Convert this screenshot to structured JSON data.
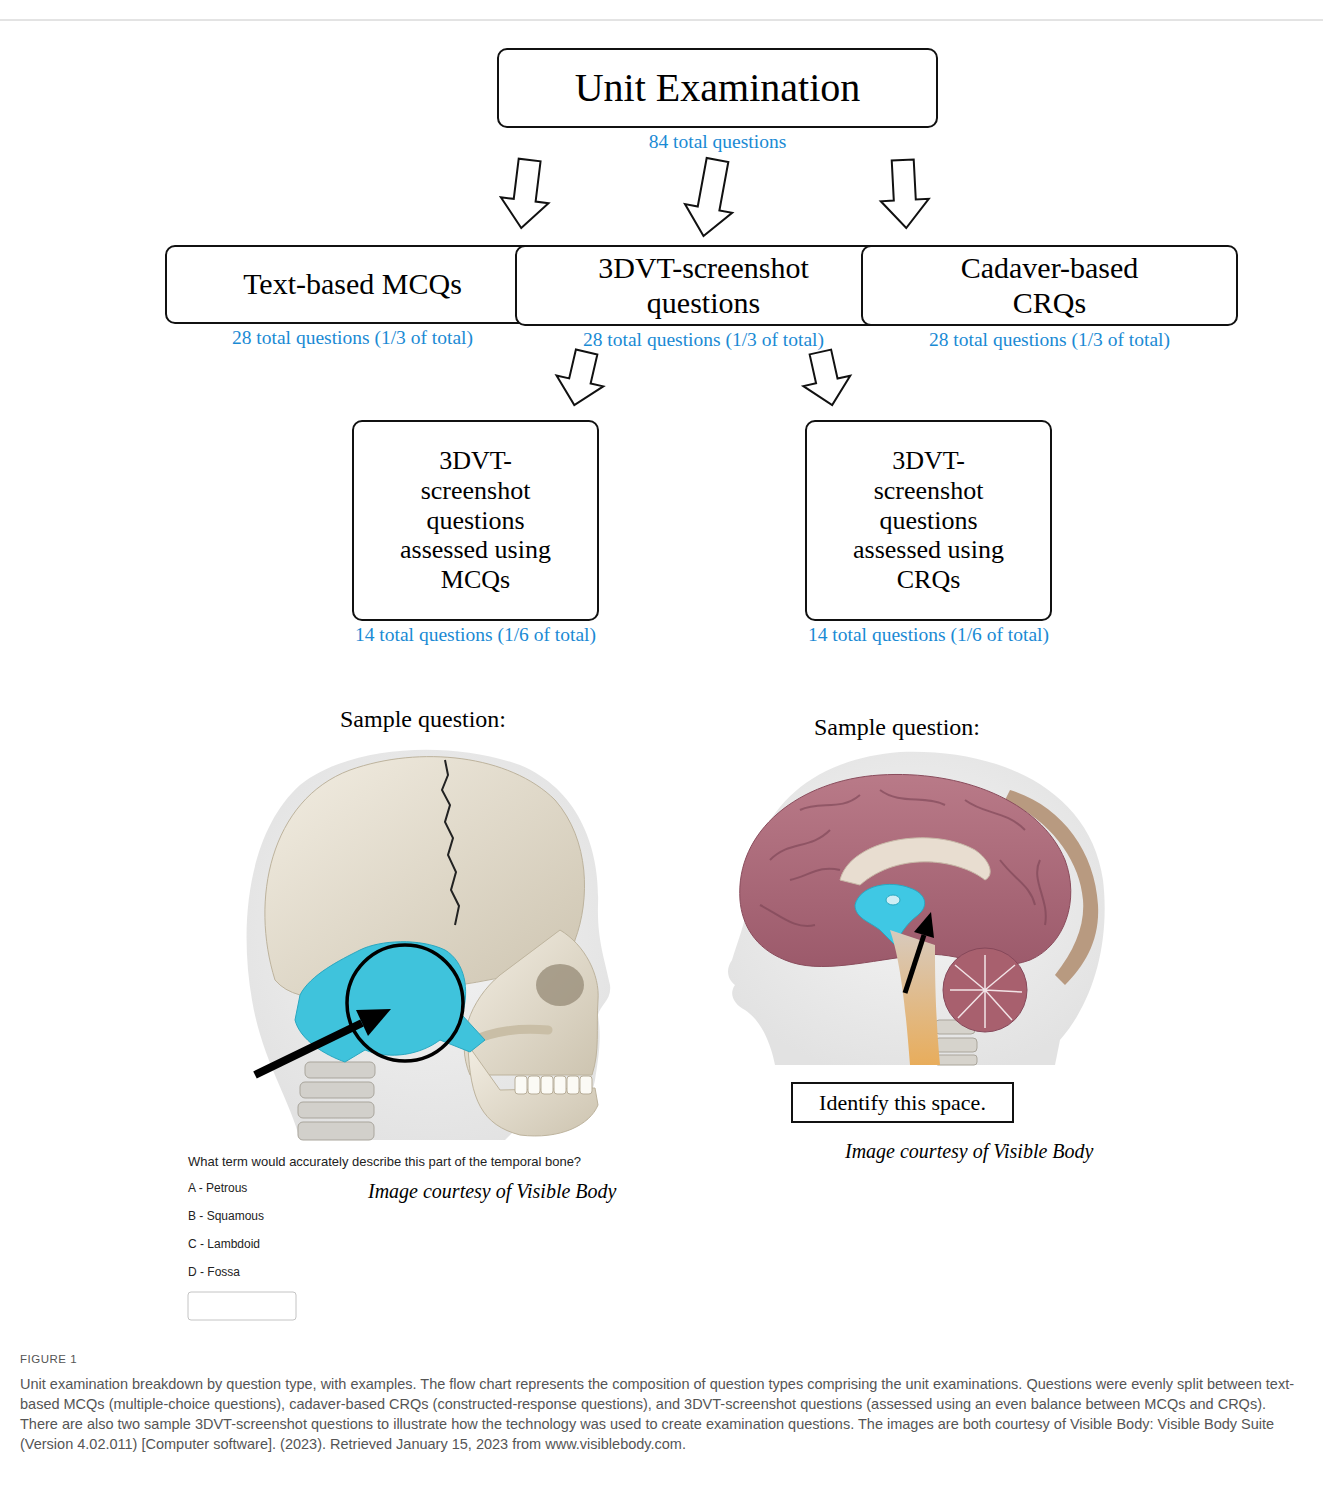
{
  "diagram": {
    "title": "FIGURE 1",
    "caption": "Unit examination breakdown by question type, with examples. The flow chart represents the composition of question types comprising the unit examinations. Questions were evenly split between text-based MCQs (multiple-choice questions), cadaver-based CRQs (constructed-response questions), and 3DVT-screenshot questions (assessed using an even balance between MCQs and CRQs). There are also two sample 3DVT-screenshot questions to illustrate how the technology was used to create examination questions. The images are both courtesy of Visible Body: Visible Body Suite (Version 4.02.011) [Computer software]. (2023). Retrieved January 15, 2023 from www.visiblebody.com.",
    "nodes": [
      {
        "text": [
          "Unit Examination",
          "84 total questions"
        ]
      },
      {
        "text": [
          "Text-based MCQs",
          "28 total questions (1/3 of total)"
        ]
      },
      {
        "text": [
          "3DVT-screenshot questions",
          "28 total questions (1/3 of total)"
        ]
      },
      {
        "text": [
          "Cadaver-based CRQs",
          "28 total questions (1/3 of total)"
        ]
      },
      {
        "text": [
          "3DVT-screenshot questions assessed using MCQs",
          "14 total questions (1/6 of total)"
        ]
      },
      {
        "text": [
          "3DVT-screenshot questions assessed using CRQs",
          "14 total questions (1/6 of total)"
        ]
      },
      {
        "text": [
          "Identify this space."
        ]
      }
    ],
    "edges": [
      {
        "from": 0,
        "to": 1,
        "arrow": "to"
      },
      {
        "from": 0,
        "to": 2,
        "arrow": "to"
      },
      {
        "from": 0,
        "to": 3,
        "arrow": "to"
      },
      {
        "from": 2,
        "to": 4,
        "arrow": "to"
      },
      {
        "from": 2,
        "to": 5,
        "arrow": "to"
      }
    ],
    "labels": [
      "Sample question:",
      "Sample question:",
      "What term would accurately describe this part of the temporal bone?",
      "A - Petrous",
      "B - Squamous",
      "C - Lambdoid",
      "D - Fossa",
      "Image courtesy of Visible Body",
      "Image courtesy of Visible Body"
    ]
  }
}
